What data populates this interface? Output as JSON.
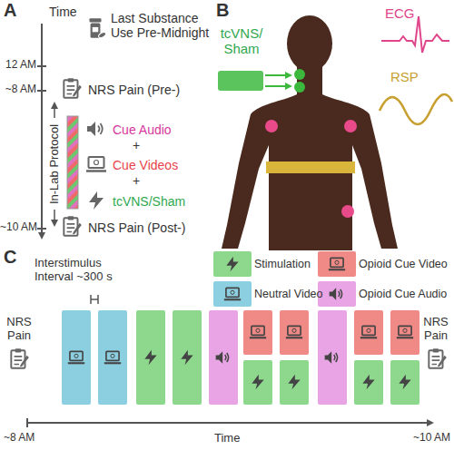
{
  "diagram": {
    "labels": [
      "A",
      "Time",
      "Last Substance Use Pre-Midnight",
      "12 AM",
      "~8 AM",
      "NRS Pain (Pre-)",
      "In-Lab Protocol",
      "Cue Audio",
      "+",
      "Cue Videos",
      "+",
      "tcVNS/Sham",
      "~10 AM",
      "NRS Pain (Post-)",
      "B",
      "tcVNS/ Sham",
      "ECG",
      "RSP",
      "C",
      "Interstimulus Interval ~300 s",
      "NRS Pain",
      "NRS Pain",
      "~8 AM",
      "Time",
      "~10 AM"
    ],
    "legend": [
      {
        "text": "Stimulation",
        "color": "#8dd88d"
      },
      {
        "text": "Opioid Cue Video",
        "color": "#f08a86"
      },
      {
        "text": "Neutral Video",
        "color": "#8ccfe0"
      },
      {
        "text": "Opioid Cue Audio",
        "color": "#e8a4e4"
      }
    ]
  }
}
